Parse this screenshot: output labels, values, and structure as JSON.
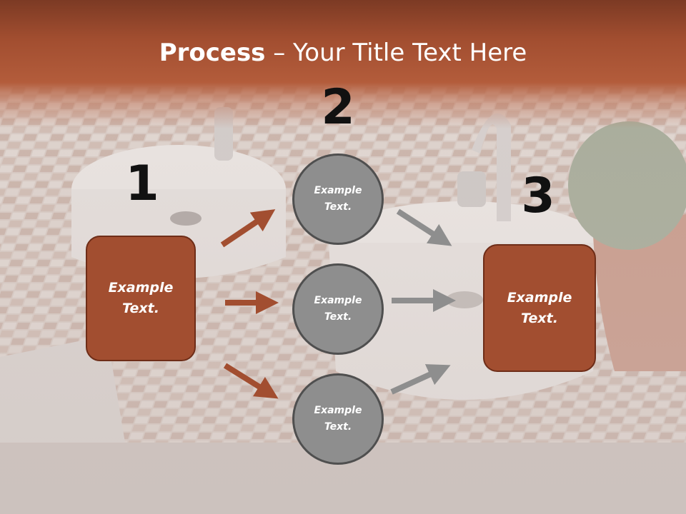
{
  "title": {
    "bold": "Process",
    "rest": " – Your Title Text Here"
  },
  "steps": [
    {
      "number": "1",
      "label": "Example Text."
    },
    {
      "number": "2"
    },
    {
      "number": "3",
      "label": "Example Text."
    }
  ],
  "circles": [
    {
      "label": "Example Text."
    },
    {
      "label": "Example Text."
    },
    {
      "label": "Example Text."
    }
  ],
  "colors": {
    "accent": "#a24e30",
    "accent_dark": "#6e2d18",
    "circle_fill": "#8e8e8e",
    "circle_border": "#4f4f4f",
    "arrow_left": "#a24e30",
    "arrow_right": "#8e8e8e"
  }
}
